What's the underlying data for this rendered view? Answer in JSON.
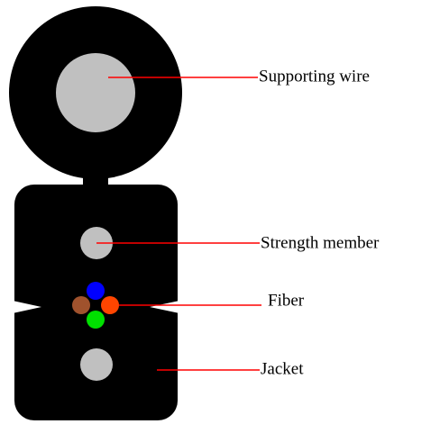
{
  "diagram": {
    "colors": {
      "background": "#ffffff",
      "cable": "#000000",
      "component": "#c0c0c0",
      "leader": "#ff0000"
    },
    "fibers": [
      {
        "name": "blue-fiber",
        "color": "#0000ff"
      },
      {
        "name": "brown-fiber",
        "color": "#a0522d"
      },
      {
        "name": "orange-fiber",
        "color": "#ff4500"
      },
      {
        "name": "green-fiber",
        "color": "#00e000"
      }
    ],
    "labels": {
      "supporting_wire": "Supporting wire",
      "strength_member": "Strength member",
      "fiber": "Fiber",
      "jacket": "Jacket"
    }
  }
}
